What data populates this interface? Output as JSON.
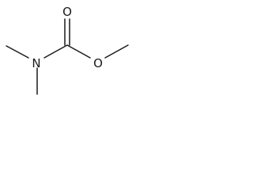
{
  "molecule": {
    "atoms": {
      "carbonyl_oxygen": "O",
      "ester_oxygen": "O",
      "nitrogen": "N"
    }
  }
}
